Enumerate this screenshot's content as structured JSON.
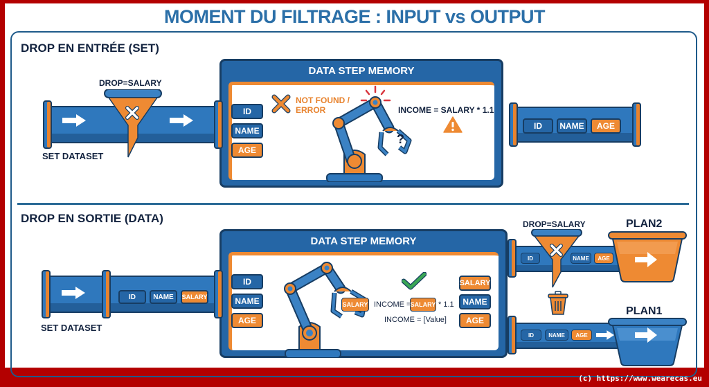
{
  "title": "MOMENT DU FILTRAGE : INPUT vs OUTPUT",
  "colors": {
    "frame": "#b30000",
    "primary_blue": "#2566a6",
    "accent_orange": "#ee8a33",
    "dark_navy": "#13233f",
    "success_green": "#3aa655",
    "error_red": "#d9363e"
  },
  "section_input": {
    "heading": "DROP EN ENTRÉE (SET)",
    "source_label": "SET DATASET",
    "filter_label": "DROP=SALARY",
    "filter_icon": "funnel-x-icon",
    "memory": {
      "title": "DATA STEP MEMORY",
      "vars": [
        "ID",
        "NAME",
        "AGE"
      ],
      "error_label_line1": "NOT FOUND /",
      "error_label_line2": "ERROR",
      "formula": "INCOME = SALARY * 1.1",
      "question_mark": "?",
      "warning_icon": "warning-icon"
    },
    "output_vars": [
      "ID",
      "NAME",
      "AGE"
    ]
  },
  "section_output": {
    "heading": "DROP EN SORTIE (DATA)",
    "source_label": "SET DATASET",
    "input_vars": [
      "ID",
      "NAME",
      "SALARY"
    ],
    "memory": {
      "title": "DATA STEP MEMORY",
      "vars_left": [
        "ID",
        "NAME",
        "AGE"
      ],
      "gripped_var": "SALARY",
      "formula_prefix": "INCOME =",
      "formula_var": "SALARY",
      "formula_suffix": "* 1.1",
      "result": "INCOME = [Value]",
      "vars_right": [
        "SALARY",
        "NAME",
        "AGE"
      ],
      "check_icon": "check-icon"
    },
    "plan2": {
      "label": "PLAN2",
      "filter_label": "DROP=SALARY",
      "vars_before": [
        "ID"
      ],
      "vars_after": [
        "NAME",
        "AGE"
      ],
      "trash_icon": "trash-icon"
    },
    "plan1": {
      "label": "PLAN1",
      "vars": [
        "ID",
        "NAME",
        "AGE"
      ]
    }
  },
  "footer": "(c) https://www.wearecas.eu"
}
